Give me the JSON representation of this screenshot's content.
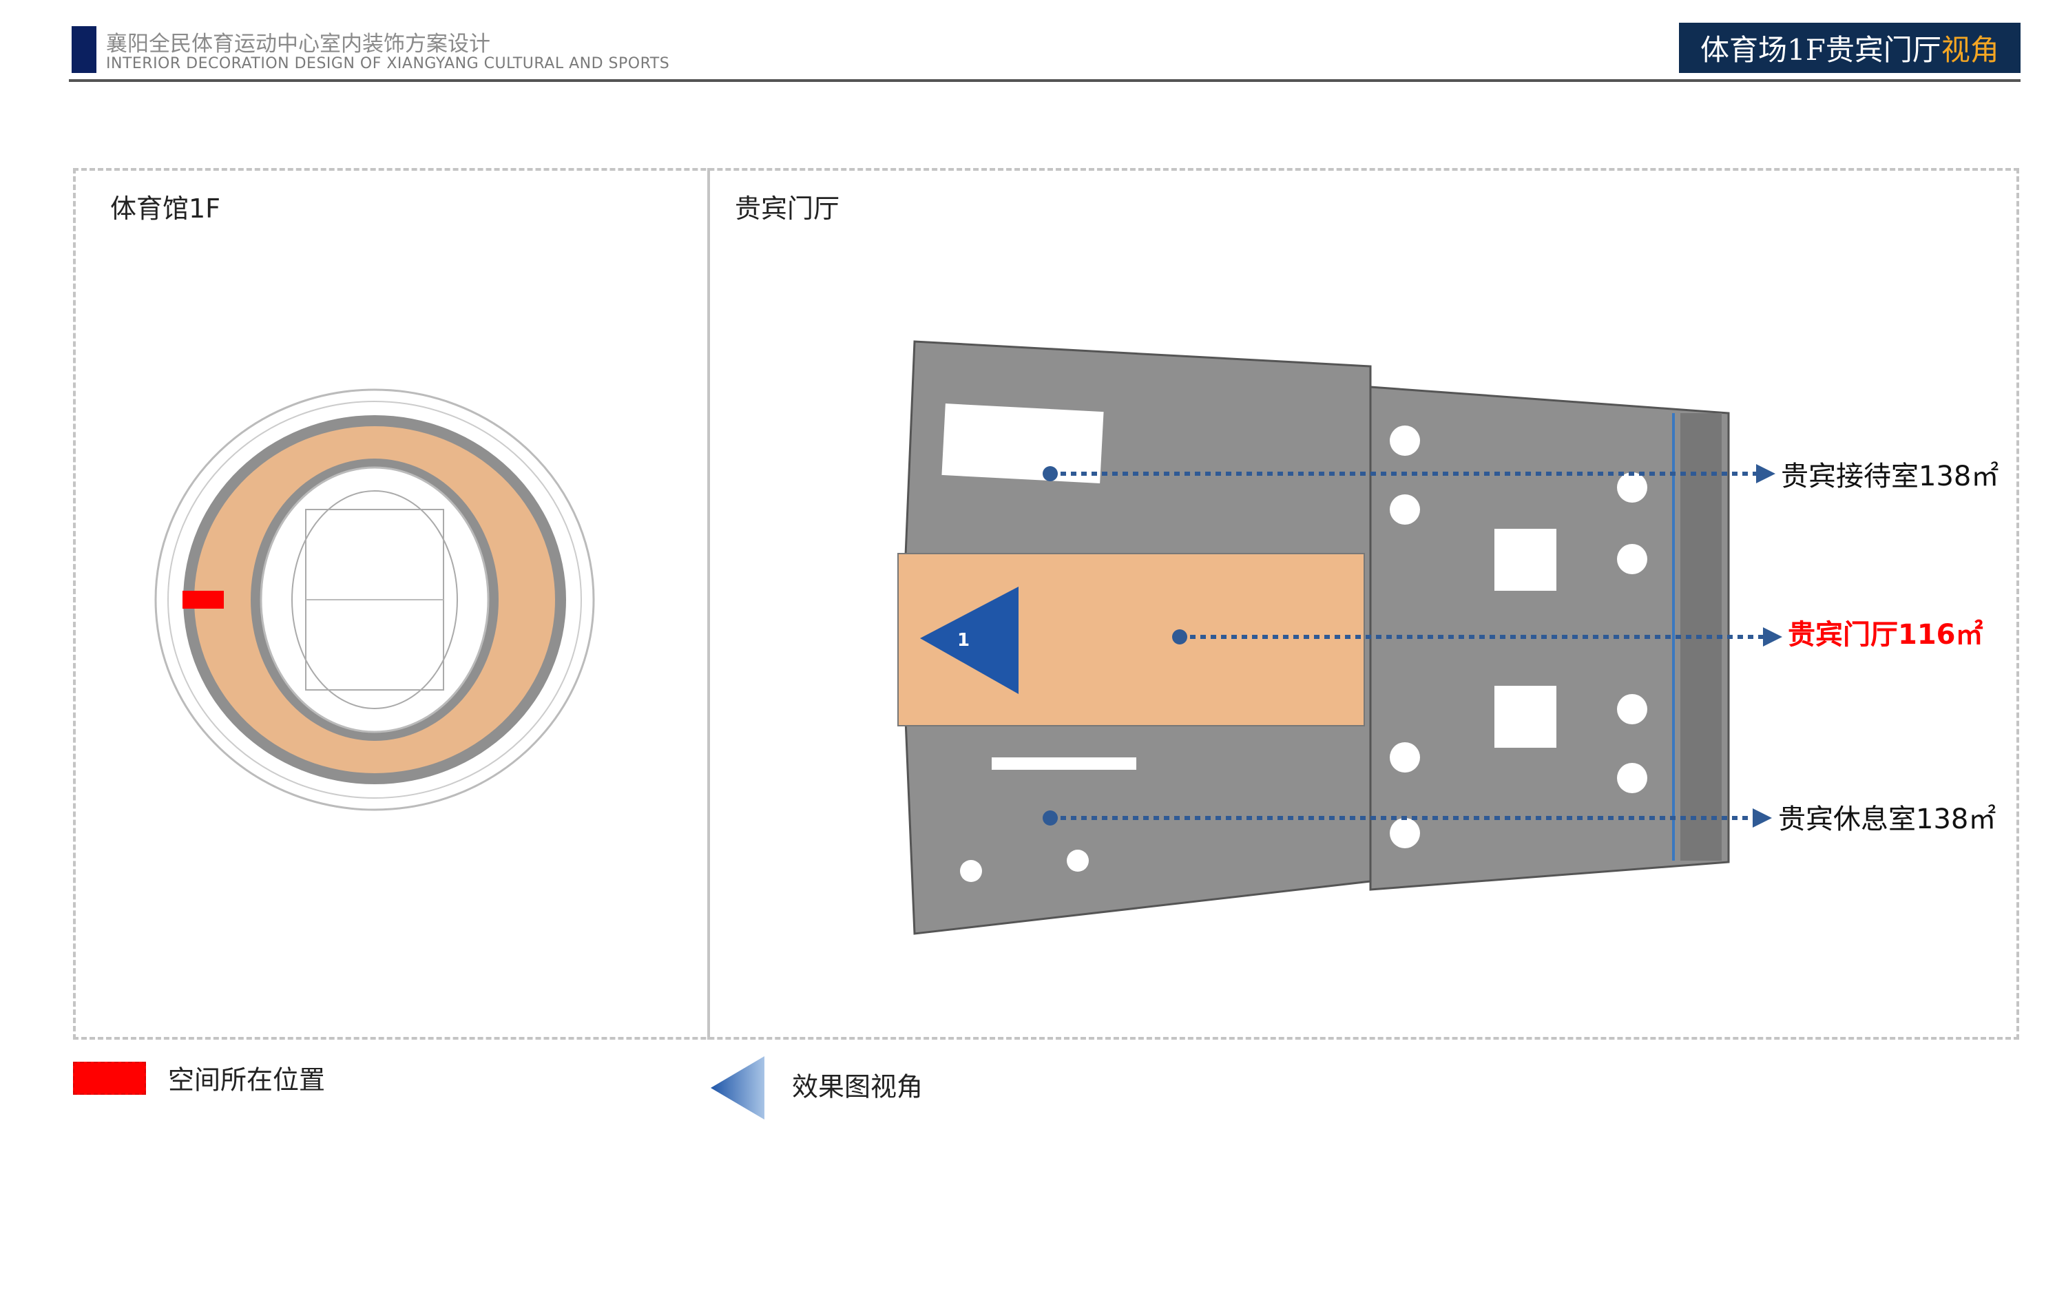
{
  "header": {
    "title_cn": "襄阳全民体育运动中心室内装饰方案设计",
    "title_en": "INTERIOR DECORATION DESIGN OF XIANGYANG CULTURAL AND SPORTS",
    "page_title_main": "体育场1F贵宾门厅",
    "page_title_accent": "视角"
  },
  "left_panel": {
    "label": "体育馆1F"
  },
  "right_panel": {
    "label": "贵宾门厅",
    "view_marker": "1",
    "rooms": [
      {
        "name": "贵宾接待室138㎡",
        "highlight": false
      },
      {
        "name": "贵宾门厅116㎡",
        "highlight": true
      },
      {
        "name": "贵宾休息室138㎡",
        "highlight": false
      }
    ]
  },
  "legend": {
    "location_label": "空间所在位置",
    "view_label": "效果图视角"
  },
  "colors": {
    "navy": "#0f2d52",
    "accent": "#f5a623",
    "highlight": "#ff0000",
    "orange_area": "#eeb98a",
    "plan_gray": "#8f8f8f",
    "arrow_blue": "#2f5a95"
  }
}
